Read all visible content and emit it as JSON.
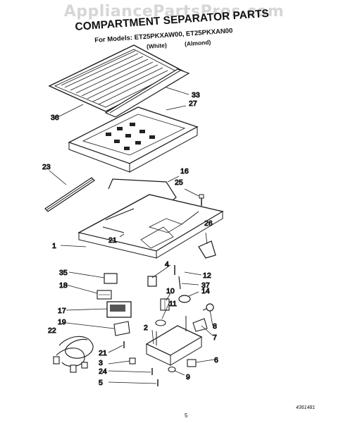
{
  "header": {
    "watermark": "AppliancePartsPros.com",
    "title": "COMPARTMENT SEPARATOR PARTS",
    "models_line": "For Models: ET25PKXAW00, ET25PKXAN00",
    "variant_white": "(White)",
    "variant_almond": "(Almond)"
  },
  "callouts": [
    {
      "id": "36",
      "label": "36"
    },
    {
      "id": "33",
      "label": "33"
    },
    {
      "id": "27",
      "label": "27"
    },
    {
      "id": "23",
      "label": "23"
    },
    {
      "id": "16",
      "label": "16"
    },
    {
      "id": "25",
      "label": "25"
    },
    {
      "id": "26",
      "label": "26"
    },
    {
      "id": "1",
      "label": "1"
    },
    {
      "id": "21a",
      "label": "21"
    },
    {
      "id": "12",
      "label": "12"
    },
    {
      "id": "4",
      "label": "4"
    },
    {
      "id": "35",
      "label": "35"
    },
    {
      "id": "37",
      "label": "37"
    },
    {
      "id": "18",
      "label": "18"
    },
    {
      "id": "10",
      "label": "10"
    },
    {
      "id": "14",
      "label": "14"
    },
    {
      "id": "11",
      "label": "11"
    },
    {
      "id": "17",
      "label": "17"
    },
    {
      "id": "19",
      "label": "19"
    },
    {
      "id": "8",
      "label": "8"
    },
    {
      "id": "22",
      "label": "22"
    },
    {
      "id": "2",
      "label": "2"
    },
    {
      "id": "7",
      "label": "7"
    },
    {
      "id": "21b",
      "label": "21"
    },
    {
      "id": "3",
      "label": "3"
    },
    {
      "id": "6",
      "label": "6"
    },
    {
      "id": "24",
      "label": "24"
    },
    {
      "id": "9",
      "label": "9"
    },
    {
      "id": "5",
      "label": "5"
    }
  ],
  "footer": {
    "page_number": "5",
    "reference": "4361481"
  }
}
